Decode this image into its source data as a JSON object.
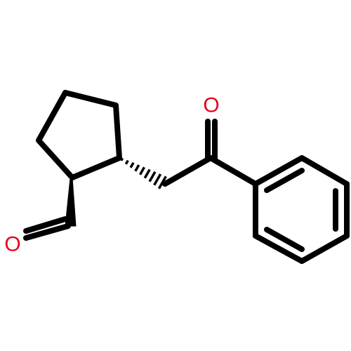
{
  "molecule": {
    "atoms": [
      {
        "id": "o_ketone",
        "element": "O",
        "label": "O",
        "color": "#e6001a"
      },
      {
        "id": "o_aldehyde",
        "element": "O",
        "label": "O",
        "color": "#e6001a"
      }
    ],
    "colors": {
      "bond": "#000000",
      "oxygen": "#e6001a",
      "background": "#ffffff"
    }
  }
}
